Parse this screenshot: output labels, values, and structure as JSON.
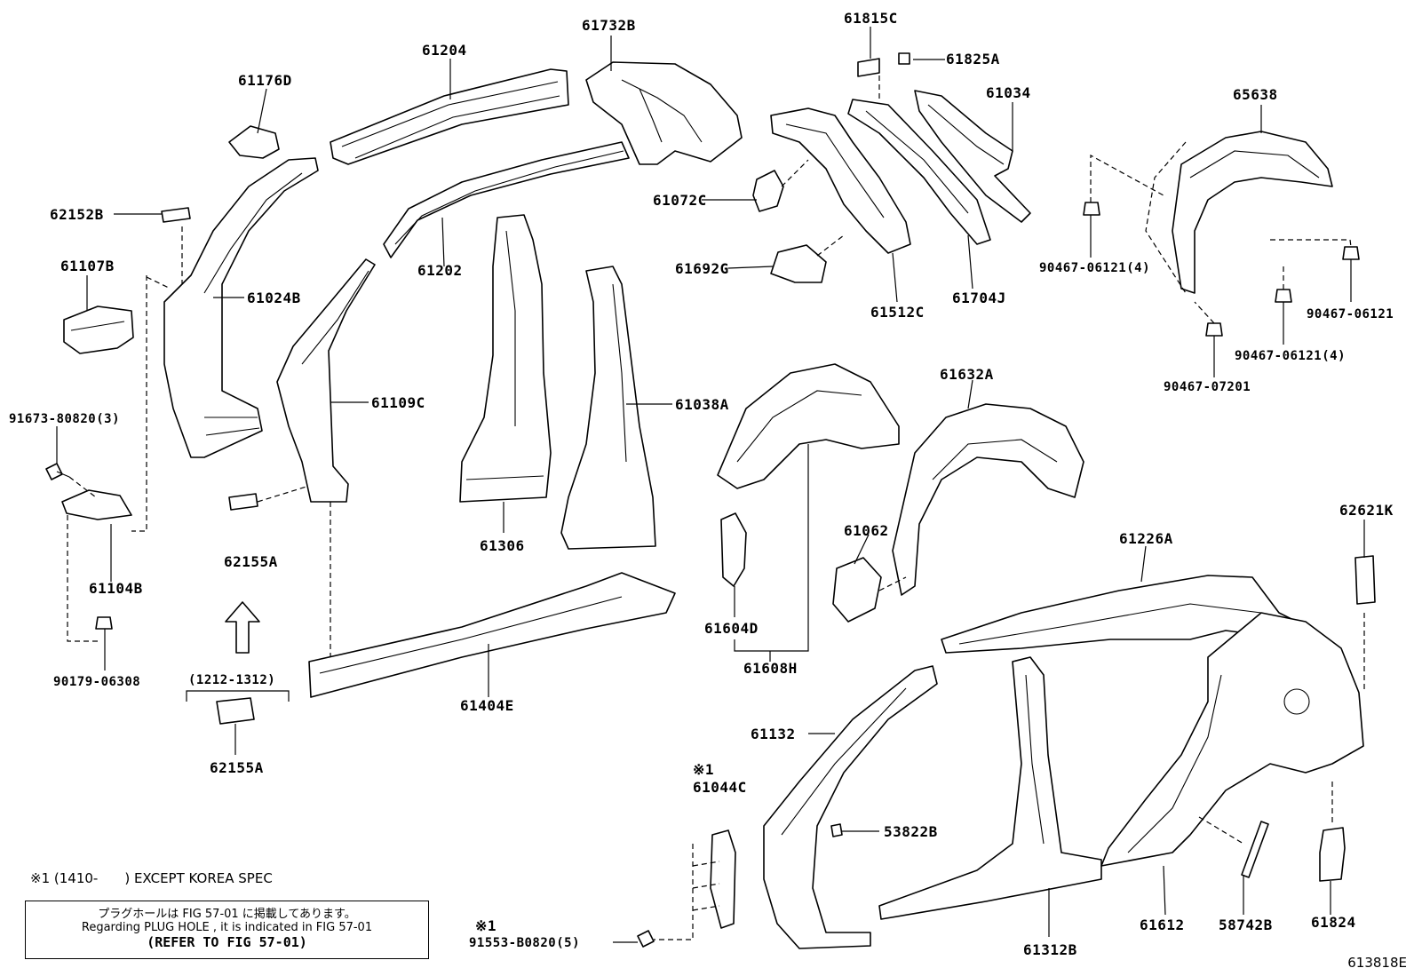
{
  "labels": {
    "p61204": "61204",
    "p61732B": "61732B",
    "p61815C": "61815C",
    "p61825A": "61825A",
    "p61034": "61034",
    "p65638": "65638",
    "p61176D": "61176D",
    "p62152B": "62152B",
    "p61107B": "61107B",
    "p61024B": "61024B",
    "p61202": "61202",
    "p61072C": "61072C",
    "p61692G": "61692G",
    "p61512C": "61512C",
    "p61704J": "61704J",
    "p90467_06121_4a": "90467-06121(4)",
    "p90467_06121": "90467-06121",
    "p90467_06121_4b": "90467-06121(4)",
    "p90467_07201": "90467-07201",
    "p91673_80820": "91673-80820(3)",
    "p61109C": "61109C",
    "p61038A": "61038A",
    "p61306": "61306",
    "p61104B": "61104B",
    "p62155A_1": "62155A",
    "p61632A": "61632A",
    "p61062": "61062",
    "p61604D": "61604D",
    "p61608H": "61608H",
    "p62621K": "62621K",
    "p61226A": "61226A",
    "p90179_06308": "90179-06308",
    "p1212_1312": "(1212-1312)",
    "p61404E": "61404E",
    "p62155A_2": "62155A",
    "p61132": "61132",
    "p61044C_mark": "※1",
    "p61044C": "61044C",
    "p53822B": "53822B",
    "p91553_mark": "※1",
    "p91553": "91553-B0820(5)",
    "p61312B": "61312B",
    "p61612": "61612",
    "p58742B": "58742B",
    "p61824": "61824"
  },
  "notes": {
    "spec_note": "※1 (1410-　　) EXCEPT KOREA SPEC",
    "plug_line1": "プラグホールは FIG 57-01 に掲載してあります。",
    "plug_line2": "Regarding PLUG HOLE , it is indicated in FIG 57-01",
    "plug_line3": "(REFER TO FIG 57-01)",
    "figure_number": "613818E"
  }
}
